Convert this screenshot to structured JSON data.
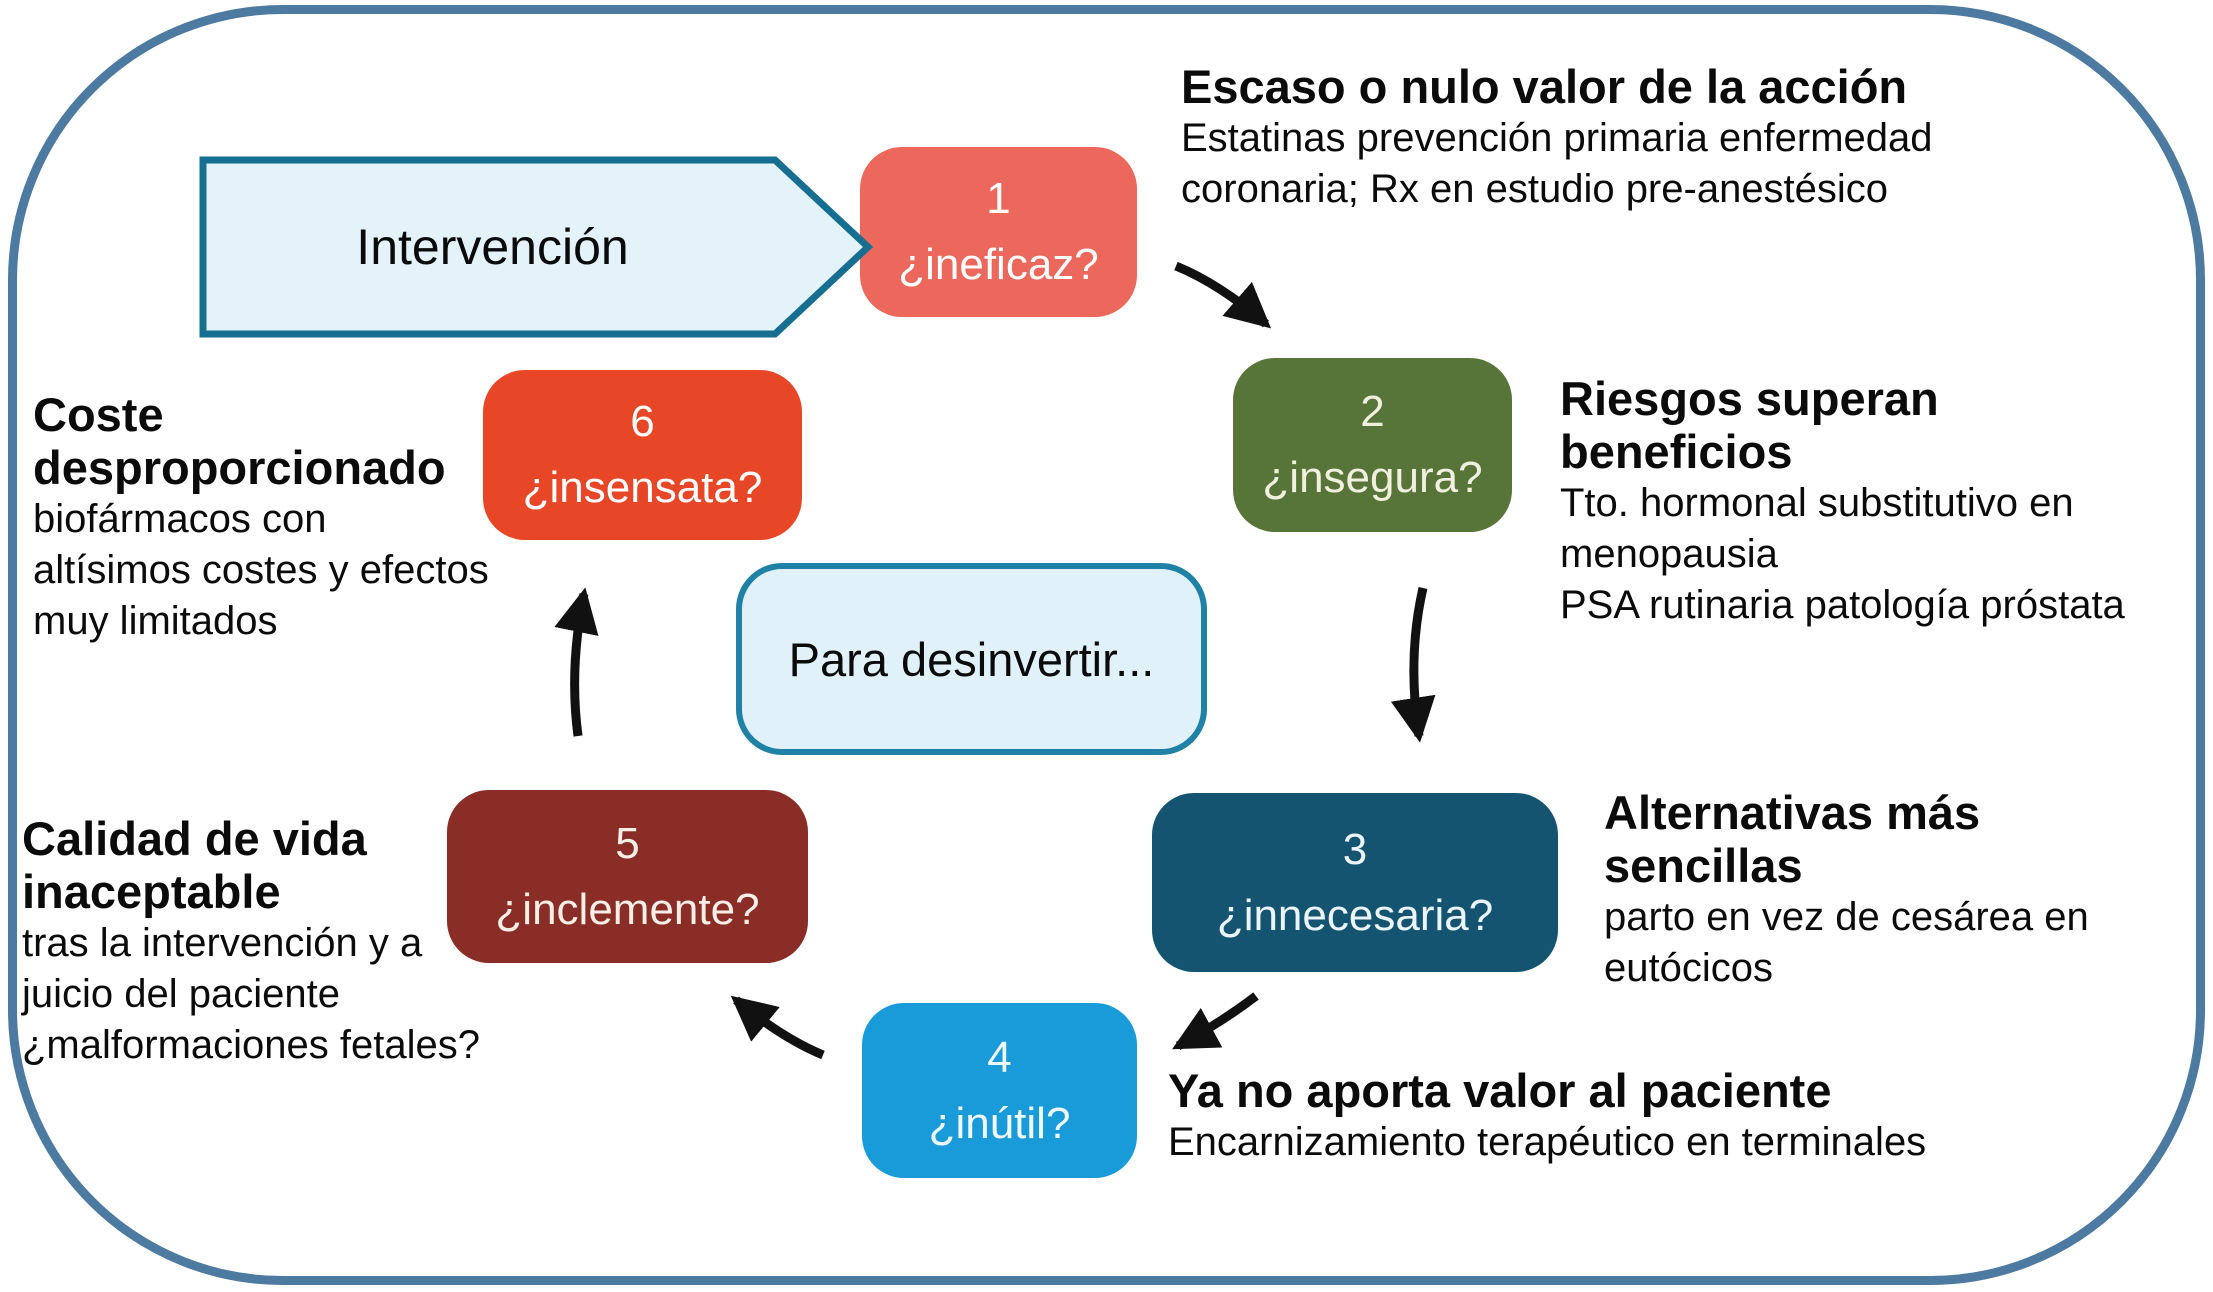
{
  "colors": {
    "frame_border": "#4d7aa0",
    "pennant_fill": "#e4f2fa",
    "pennant_stroke": "#166f90",
    "center_fill": "#e0f1f9",
    "center_stroke": "#1e81a5",
    "arrow": "#111111",
    "text": "#0b0b0b"
  },
  "intervention": {
    "label": "Intervención"
  },
  "center": {
    "label": "Para desinvertir..."
  },
  "boxes": [
    {
      "number": "1",
      "question": "¿ineficaz?",
      "bg": "#ec685c",
      "fg": "#ffffff"
    },
    {
      "number": "2",
      "question": "¿insegura?",
      "bg": "#587539",
      "fg": "#f1efdf"
    },
    {
      "number": "3",
      "question": "¿innecesaria?",
      "bg": "#155470",
      "fg": "#eaf4f9"
    },
    {
      "number": "4",
      "question": "¿inútil?",
      "bg": "#189bd8",
      "fg": "#f0f9ff"
    },
    {
      "number": "5",
      "question": "¿inclemente?",
      "bg": "#8b2d27",
      "fg": "#f5efe7"
    },
    {
      "number": "6",
      "question": "¿insensata?",
      "bg": "#e84727",
      "fg": "#ffffff"
    }
  ],
  "arrows": [
    {
      "from": "1",
      "to": "2"
    },
    {
      "from": "2",
      "to": "3"
    },
    {
      "from": "3",
      "to": "4"
    },
    {
      "from": "4",
      "to": "5"
    },
    {
      "from": "5",
      "to": "6"
    }
  ],
  "annotations": {
    "top_right": {
      "bold": [
        "Escaso o nulo valor de la acción"
      ],
      "regular": [
        "Estatinas prevención primaria enfermedad",
        "coronaria; Rx en estudio pre-anestésico"
      ]
    },
    "right": {
      "bold": [
        "Riesgos superan",
        "beneficios"
      ],
      "regular": [
        "Tto. hormonal substitutivo en",
        "menopausia",
        "PSA rutinaria patología próstata"
      ]
    },
    "lower_right": {
      "bold": [
        "Alternativas más",
        "sencillas"
      ],
      "regular": [
        "parto en vez de cesárea en",
        "eutócicos"
      ]
    },
    "bottom": {
      "bold": [
        "Ya no aporta valor al paciente"
      ],
      "regular": [
        "Encarnizamiento terapéutico en terminales"
      ]
    },
    "lower_left": {
      "bold": [
        "Calidad de vida",
        "inaceptable"
      ],
      "regular": [
        "tras la intervención y a",
        "juicio del paciente",
        "¿malformaciones fetales?"
      ]
    },
    "upper_left": {
      "bold": [
        "Coste",
        "desproporcionado"
      ],
      "regular": [
        "biofármacos con",
        "altísimos costes y efectos",
        "muy limitados"
      ]
    }
  }
}
